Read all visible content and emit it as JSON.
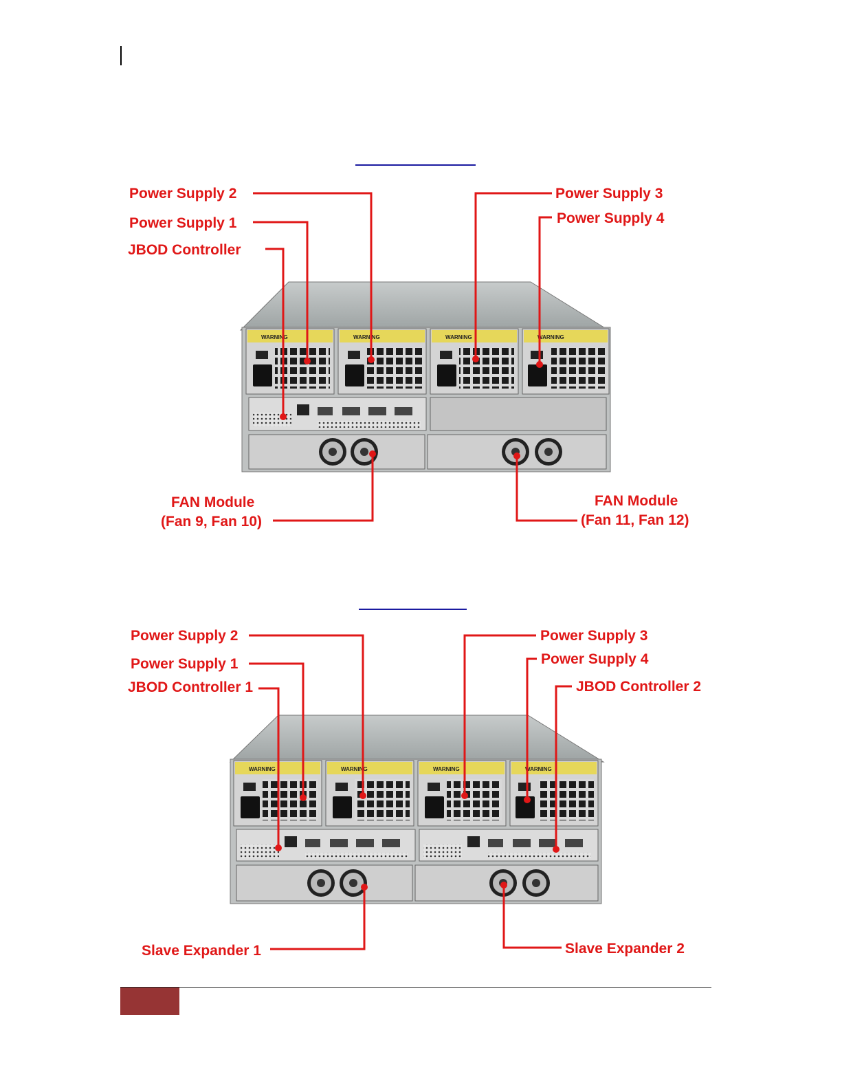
{
  "figures": [
    {
      "labels": {
        "ps2": "Power Supply 2",
        "ps1": "Power Supply 1",
        "jbod": "JBOD Controller",
        "ps3": "Power Supply 3",
        "ps4": "Power Supply 4",
        "fan_left_1": "FAN Module",
        "fan_left_2": "(Fan 9, Fan 10)",
        "fan_right_1": "FAN Module",
        "fan_right_2": "(Fan 11, Fan 12)"
      },
      "warning_text": "WARNING"
    },
    {
      "labels": {
        "ps2": "Power Supply 2",
        "ps1": "Power Supply 1",
        "jbod1": "JBOD Controller 1",
        "ps3": "Power Supply 3",
        "ps4": "Power Supply 4",
        "jbod2": "JBOD Controller 2",
        "slave1": "Slave Expander 1",
        "slave2": "Slave Expander 2"
      },
      "warning_text": "WARNING"
    }
  ],
  "colors": {
    "label": "#e01717",
    "footer_block": "#963434",
    "title_rule": "#1a1aa0"
  }
}
